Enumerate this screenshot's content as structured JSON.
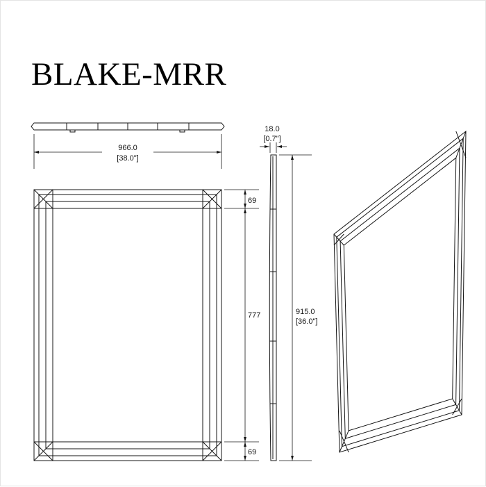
{
  "title": "BLAKE-MRR",
  "drawing": {
    "background": "#ffffff",
    "line_color": "#161616"
  },
  "dimensions": {
    "overall_width_mm": "966.0",
    "overall_width_in": "[38.0\"]",
    "frame_top_mm": "69",
    "opening_height_mm": "777",
    "frame_bottom_mm": "69",
    "thickness_mm": "18.0",
    "thickness_in": "[0.7\"]",
    "overall_height_mm": "915.0",
    "overall_height_in": "[36.0\"]"
  }
}
